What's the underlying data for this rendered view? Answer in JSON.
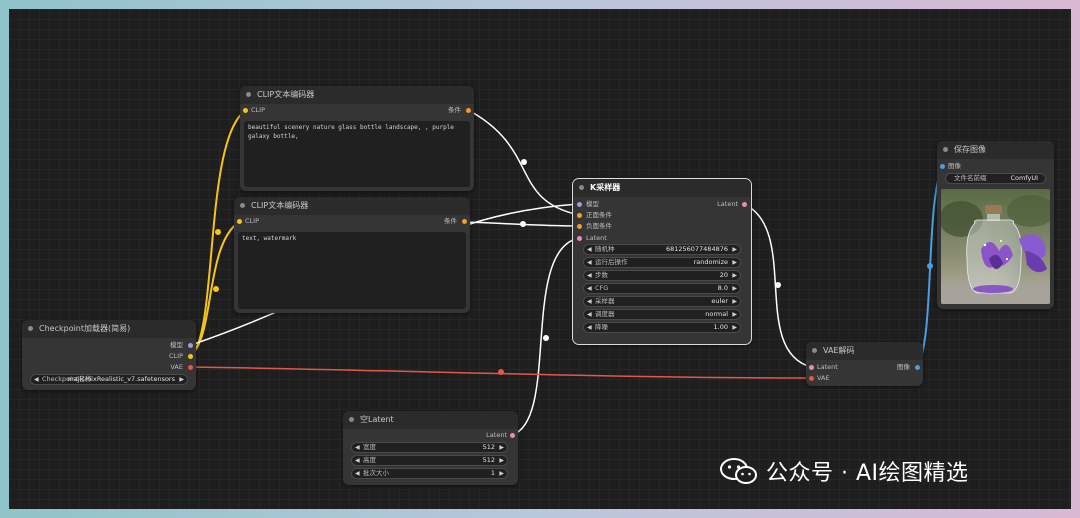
{
  "nodes": {
    "clip_encoder_1": {
      "title": "CLIP文本编码器",
      "input": "CLIP",
      "output": "条件",
      "text": "beautiful scenery nature glass bottle landscape, , purple galaxy bottle,"
    },
    "clip_encoder_2": {
      "title": "CLIP文本编码器",
      "input": "CLIP",
      "output": "条件",
      "text": "text, watermark"
    },
    "checkpoint_loader": {
      "title": "Checkpoint加载器(简易)",
      "outputs": [
        "模型",
        "CLIP",
        "VAE"
      ],
      "ckpt_label": "Checkpoint名称",
      "ckpt_value": "majicmixRealistic_v7.safetensors"
    },
    "ksampler": {
      "title": "K采样器",
      "inputs": [
        "模型",
        "正面条件",
        "负面条件",
        "Latent"
      ],
      "output": "Latent",
      "widgets": [
        {
          "label": "随机种",
          "value": "681256077484876"
        },
        {
          "label": "运行后操作",
          "value": "randomize"
        },
        {
          "label": "步数",
          "value": "20"
        },
        {
          "label": "CFG",
          "value": "8.0"
        },
        {
          "label": "采样器",
          "value": "euler"
        },
        {
          "label": "调度器",
          "value": "normal"
        },
        {
          "label": "降噪",
          "value": "1.00"
        }
      ]
    },
    "empty_latent": {
      "title": "空Latent",
      "output": "Latent",
      "widgets": [
        {
          "label": "宽度",
          "value": "512"
        },
        {
          "label": "高度",
          "value": "512"
        },
        {
          "label": "批次大小",
          "value": "1"
        }
      ]
    },
    "vae_decode": {
      "title": "VAE解码",
      "inputs": [
        "Latent",
        "VAE"
      ],
      "output": "图像"
    },
    "save_image": {
      "title": "保存图像",
      "input": "图像",
      "prefix_label": "文件名前缀",
      "prefix_value": "ComfyUI"
    }
  },
  "colors": {
    "clip": "#f5c518",
    "conditioning": "#f59b2a",
    "model": "#a59ad8",
    "latent": "#e58fb5",
    "vae": "#e2574c",
    "image": "#4d9de0",
    "link_white": "#ffffff"
  },
  "watermark": {
    "text": "公众号 · AI绘图精选",
    "icon": "wechat-icon"
  }
}
